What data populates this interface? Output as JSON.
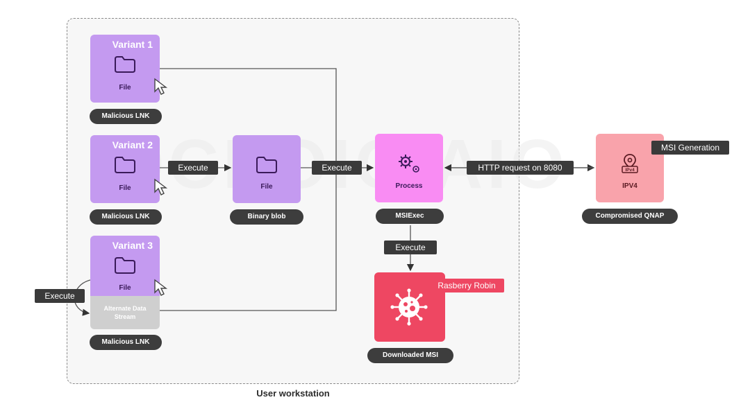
{
  "diagram": {
    "container_label": "User workstation",
    "variants": [
      {
        "title": "Variant 1",
        "caption": "File",
        "label": "Malicious LNK"
      },
      {
        "title": "Variant 2",
        "caption": "File",
        "label": "Malicious LNK"
      },
      {
        "title": "Variant 3",
        "caption": "File",
        "label": "Malicious LNK",
        "extra": [
          "Alternate Data",
          "Stream"
        ]
      }
    ],
    "binary": {
      "caption": "File",
      "label": "Binary blob"
    },
    "process": {
      "caption": "Process",
      "label": "MSIExec"
    },
    "qnap": {
      "caption": "IPV4",
      "icon_text": "IPv4",
      "label": "Compromised QNAP",
      "tag": "MSI Generation"
    },
    "msi": {
      "label": "Downloaded MSI",
      "tag": "Rasberry Robin"
    },
    "edges": {
      "execute_v2_blob": "Execute",
      "execute_blob_process": "Execute",
      "http": "HTTP request on 8080",
      "execute_process_msi": "Execute",
      "execute_v3_loop": "Execute"
    },
    "colors": {
      "purple": "#c49af0",
      "pink": "#f98cf3",
      "salmon": "#f9a3ab",
      "red": "#ee4762",
      "dark": "#3d3d3d"
    }
  }
}
